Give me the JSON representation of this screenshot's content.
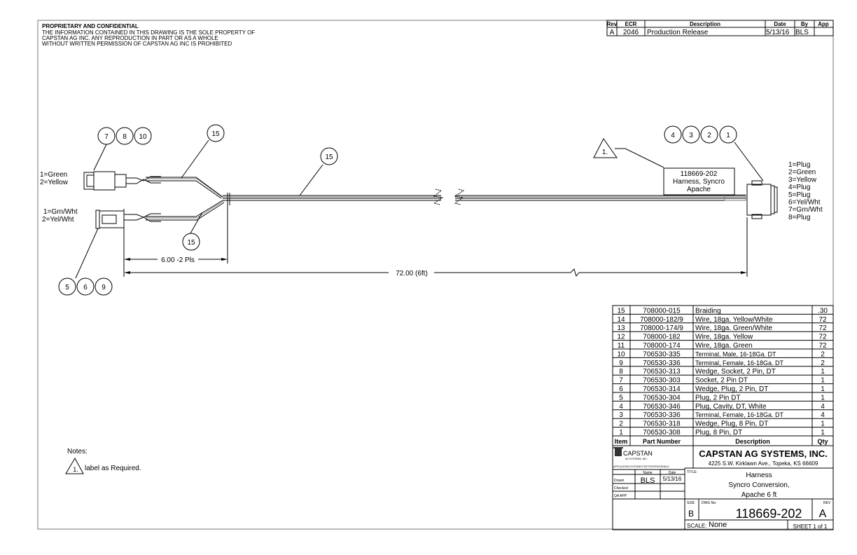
{
  "header": {
    "title": "PROPRIETARY AND CONFIDENTIAL",
    "lines": [
      "THE INFORMATION CONTAINED IN THIS DRAWING IS THE SOLE PROPERTY OF",
      "CAPSTAN AG INC. ANY REPRODUCTION IN PART OR AS A WHOLE",
      "WITHOUT WRITTEN PERMISSION OF CAPSTAN AG INC IS PROHIBITED"
    ]
  },
  "revision_table": {
    "headers": [
      "Rev",
      "ECR",
      "Description",
      "Date",
      "By",
      "App"
    ],
    "rows": [
      [
        "A",
        "2046",
        "Production Release",
        "5/13/16",
        "BLS",
        ""
      ]
    ]
  },
  "drawing": {
    "balloons_left_top": [
      "7",
      "8",
      "10"
    ],
    "balloons_left_bottom": [
      "5",
      "6",
      "9"
    ],
    "balloons_right": [
      "4",
      "3",
      "2",
      "1"
    ],
    "balloon_braid": "15",
    "pins_left_top": [
      "1=Green",
      "2=Yellow"
    ],
    "pins_left_bottom": [
      "1=Grn/Wht",
      "2=Yel/Wht"
    ],
    "pins_right": [
      "1=Plug",
      "2=Green",
      "3=Yellow",
      "4=Plug",
      "5=Plug",
      "6=Yel/Wht",
      "7=Grn/Wht",
      "8=Plug"
    ],
    "note_flag": "1.",
    "label_box": [
      "118669-202",
      "Harness, Syncro",
      "Apache"
    ],
    "dim_short": "6.00 -2 Pls",
    "dim_long": "72.00 (6ft)"
  },
  "notes": {
    "title": "Notes:",
    "flag": "1.",
    "text": "label as Required."
  },
  "bom": {
    "headers": [
      "Item",
      "Part Number",
      "Description",
      "Qty"
    ],
    "rows": [
      [
        "15",
        "708000-015",
        "Braiding",
        ".30"
      ],
      [
        "14",
        "708000-182/9",
        "Wire, 18ga. Yellow/White",
        "72"
      ],
      [
        "13",
        "708000-174/9",
        "Wire, 18ga. Green/White",
        "72"
      ],
      [
        "12",
        "708000-182",
        "Wire, 18ga. Yellow",
        "72"
      ],
      [
        "11",
        "708000-174",
        "Wire, 18ga. Green",
        "72"
      ],
      [
        "10",
        "706530-335",
        "Terminal, Male, 16-18Ga. DT",
        "2"
      ],
      [
        "9",
        "706530-336",
        "Terminal, Female, 16-18Ga. DT",
        "2"
      ],
      [
        "8",
        "706530-313",
        "Wedge, Socket, 2 Pin, DT",
        "1"
      ],
      [
        "7",
        "706530-303",
        "Socket, 2 Pin DT",
        "1"
      ],
      [
        "6",
        "706530-314",
        "Wedge, Plug, 2 Pin, DT",
        "1"
      ],
      [
        "5",
        "706530-304",
        "Plug, 2 Pin DT",
        "1"
      ],
      [
        "4",
        "706530-346",
        "Plug, Cavity, DT, White",
        "4"
      ],
      [
        "3",
        "706530-336",
        "Terminal, Female, 16-18Ga. DT",
        "4"
      ],
      [
        "2",
        "706530-318",
        "Wedge, Plug, 8 Pin, DT",
        "1"
      ],
      [
        "1",
        "706530-308",
        "Plug, 8 Pin, DT",
        "1"
      ]
    ]
  },
  "title_block": {
    "logo_name": "CAPSTAN",
    "logo_sub": "AG SYSTEMS, INC.",
    "logo_tagline": "APPLICATION SYSTEMS FOR PROFESSIONALS",
    "company": "CAPSTAN AG SYSTEMS, INC.",
    "address": "4225 S.W. Kirklawn Ave., Topeka, KS 66609",
    "name_label": "Name",
    "date_label": "Date",
    "drawn_label": "Drawn",
    "checked_label": "Checked",
    "qa_label": "QA APP",
    "drawn_name": "BLS",
    "drawn_date": "5/13/16",
    "title_label": "TITLE:",
    "title_lines": [
      "Harness",
      "Syncro Conversion,",
      "Apache 6 ft"
    ],
    "size_label": "SIZE",
    "size": "B",
    "dwg_label": "DWG No:",
    "dwg_no": "118669-202",
    "rev_label": "REV",
    "rev": "A",
    "scale_label": "SCALE:",
    "scale": "None",
    "sheet": "SHEET 1 of 1"
  }
}
